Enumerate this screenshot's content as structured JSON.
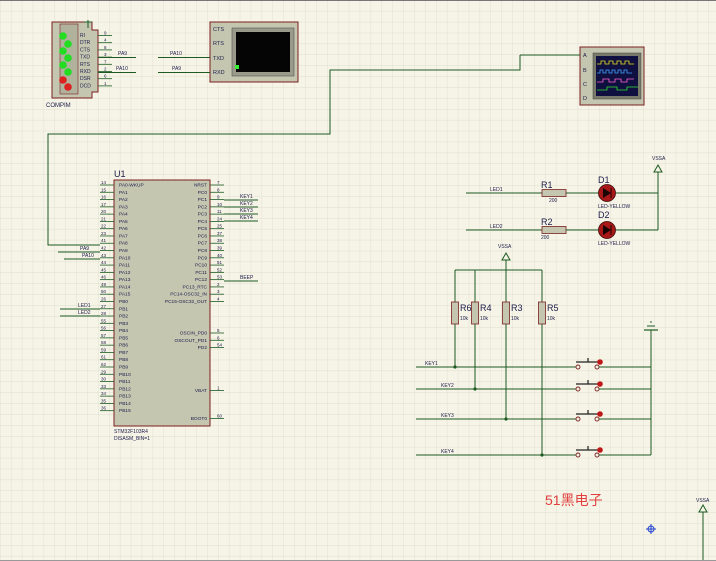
{
  "compim": {
    "ref": "COMPIM",
    "pins": [
      "RI",
      "DTR",
      "CTS",
      "TXD",
      "RTS",
      "RXD",
      "DSR",
      "DCD"
    ],
    "pin_numbers": [
      "9",
      "4",
      "8",
      "3",
      "7",
      "2",
      "6",
      "1"
    ],
    "net_tx": "PA9",
    "net_rx": "PA10"
  },
  "terminal": {
    "pins": [
      "CTS",
      "RTS",
      "TXD",
      "RXD"
    ],
    "net_tx": "PA10",
    "net_rx": "PA9"
  },
  "scope": {
    "channels": [
      "A",
      "B",
      "C",
      "D"
    ]
  },
  "mcu": {
    "ref": "U1",
    "part": "STM32F103R4",
    "note": "DISASM_BIN=1",
    "left_pins": [
      {
        "num": "14",
        "name": "PA0-WKUP"
      },
      {
        "num": "15",
        "name": "PA1"
      },
      {
        "num": "16",
        "name": "PA2"
      },
      {
        "num": "17",
        "name": "PA3"
      },
      {
        "num": "20",
        "name": "PA4"
      },
      {
        "num": "21",
        "name": "PA5"
      },
      {
        "num": "22",
        "name": "PA6"
      },
      {
        "num": "23",
        "name": "PA7"
      },
      {
        "num": "41",
        "name": "PA8"
      },
      {
        "num": "42",
        "name": "PA9"
      },
      {
        "num": "43",
        "name": "PA10"
      },
      {
        "num": "44",
        "name": "PA11"
      },
      {
        "num": "45",
        "name": "PA12"
      },
      {
        "num": "46",
        "name": "PA13"
      },
      {
        "num": "49",
        "name": "PA14"
      },
      {
        "num": "50",
        "name": "PA15"
      },
      {
        "num": "26",
        "name": "PB0"
      },
      {
        "num": "27",
        "name": "PB1"
      },
      {
        "num": "28",
        "name": "PB2"
      },
      {
        "num": "55",
        "name": "PB3"
      },
      {
        "num": "56",
        "name": "PB4"
      },
      {
        "num": "57",
        "name": "PB5"
      },
      {
        "num": "58",
        "name": "PB6"
      },
      {
        "num": "59",
        "name": "PB7"
      },
      {
        "num": "61",
        "name": "PB8"
      },
      {
        "num": "62",
        "name": "PB9"
      },
      {
        "num": "29",
        "name": "PB10"
      },
      {
        "num": "30",
        "name": "PB11"
      },
      {
        "num": "33",
        "name": "PB12"
      },
      {
        "num": "34",
        "name": "PB13"
      },
      {
        "num": "35",
        "name": "PB14"
      },
      {
        "num": "36",
        "name": "PB15"
      }
    ],
    "right_pins_a": [
      {
        "num": "7",
        "name": "NRST"
      },
      {
        "num": "8",
        "name": "PC0"
      },
      {
        "num": "9",
        "name": "PC1"
      },
      {
        "num": "10",
        "name": "PC2"
      },
      {
        "num": "11",
        "name": "PC3"
      },
      {
        "num": "24",
        "name": "PC4"
      },
      {
        "num": "25",
        "name": "PC5"
      },
      {
        "num": "37",
        "name": "PC6"
      },
      {
        "num": "38",
        "name": "PC7"
      },
      {
        "num": "39",
        "name": "PC8"
      },
      {
        "num": "40",
        "name": "PC9"
      },
      {
        "num": "51",
        "name": "PC10"
      },
      {
        "num": "52",
        "name": "PC11"
      },
      {
        "num": "53",
        "name": "PC12"
      },
      {
        "num": "2",
        "name": "PC13_RTC"
      },
      {
        "num": "3",
        "name": "PC14-OSC32_IN"
      },
      {
        "num": "4",
        "name": "PC15-OSC32_OUT"
      }
    ],
    "right_pins_b": [
      {
        "num": "5",
        "name": "OSCIN_PD0"
      },
      {
        "num": "6",
        "name": "OSCOUT_PD1"
      },
      {
        "num": "54",
        "name": "PD2"
      }
    ],
    "vbat": {
      "num": "1",
      "name": "VBAT"
    },
    "boot0": {
      "num": "60",
      "name": "BOOT0"
    }
  },
  "mcu_nets": {
    "pa9": "PA9",
    "pa10": "PA10",
    "led1": "LED1",
    "led2": "LED2",
    "key1": "KEY1",
    "key2": "KEY2",
    "key3": "KEY3",
    "key4": "KEY4",
    "beep": "BEEP"
  },
  "leds": [
    {
      "net": "LED1",
      "res": "R1",
      "res_val": "200",
      "led": "D1",
      "led_type": "LED-YELLOW"
    },
    {
      "net": "LED2",
      "res": "R2",
      "res_val": "200",
      "led": "D2",
      "led_type": "LED-YELLOW"
    }
  ],
  "power": {
    "vssa_top": "VSSA",
    "vssa_mid": "VSSA",
    "vssa_bottom": "VSSA"
  },
  "pullups": [
    {
      "ref": "R6",
      "val": "10k"
    },
    {
      "ref": "R4",
      "val": "10k"
    },
    {
      "ref": "R3",
      "val": "10k"
    },
    {
      "ref": "R5",
      "val": "10k"
    }
  ],
  "keys": [
    "KEY1",
    "KEY2",
    "KEY3",
    "KEY4"
  ],
  "watermark": "51黑电子",
  "colors": {
    "background": "#f6f4e6",
    "grid": "#dcdccf",
    "wire": "#1c5a22",
    "chip": "#c4c6b0",
    "chip_border": "#7a2020",
    "led_fill": "#a81818",
    "watermark": "#e04040"
  }
}
